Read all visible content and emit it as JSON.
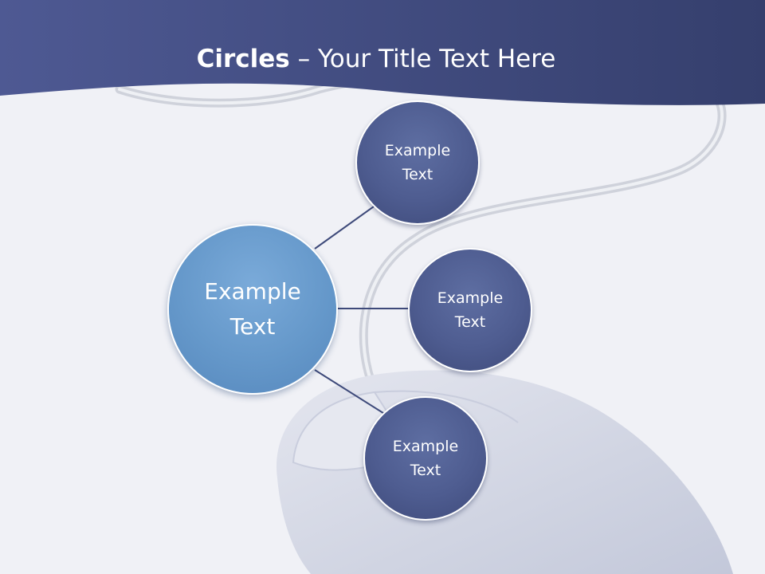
{
  "title": {
    "bold": "Circles",
    "rest": " – Your Title Text Here"
  },
  "colors": {
    "banner": "#454f84",
    "main_circle": "#6598ca",
    "small_circle": "#4e5c90",
    "connector": "#3e4a7a",
    "background": "#f0f1f6"
  },
  "diagram": {
    "center": {
      "line1": "Example",
      "line2": "Text"
    },
    "satellites": [
      {
        "line1": "Example",
        "line2": "Text"
      },
      {
        "line1": "Example",
        "line2": "Text"
      },
      {
        "line1": "Example",
        "line2": "Text"
      }
    ]
  }
}
